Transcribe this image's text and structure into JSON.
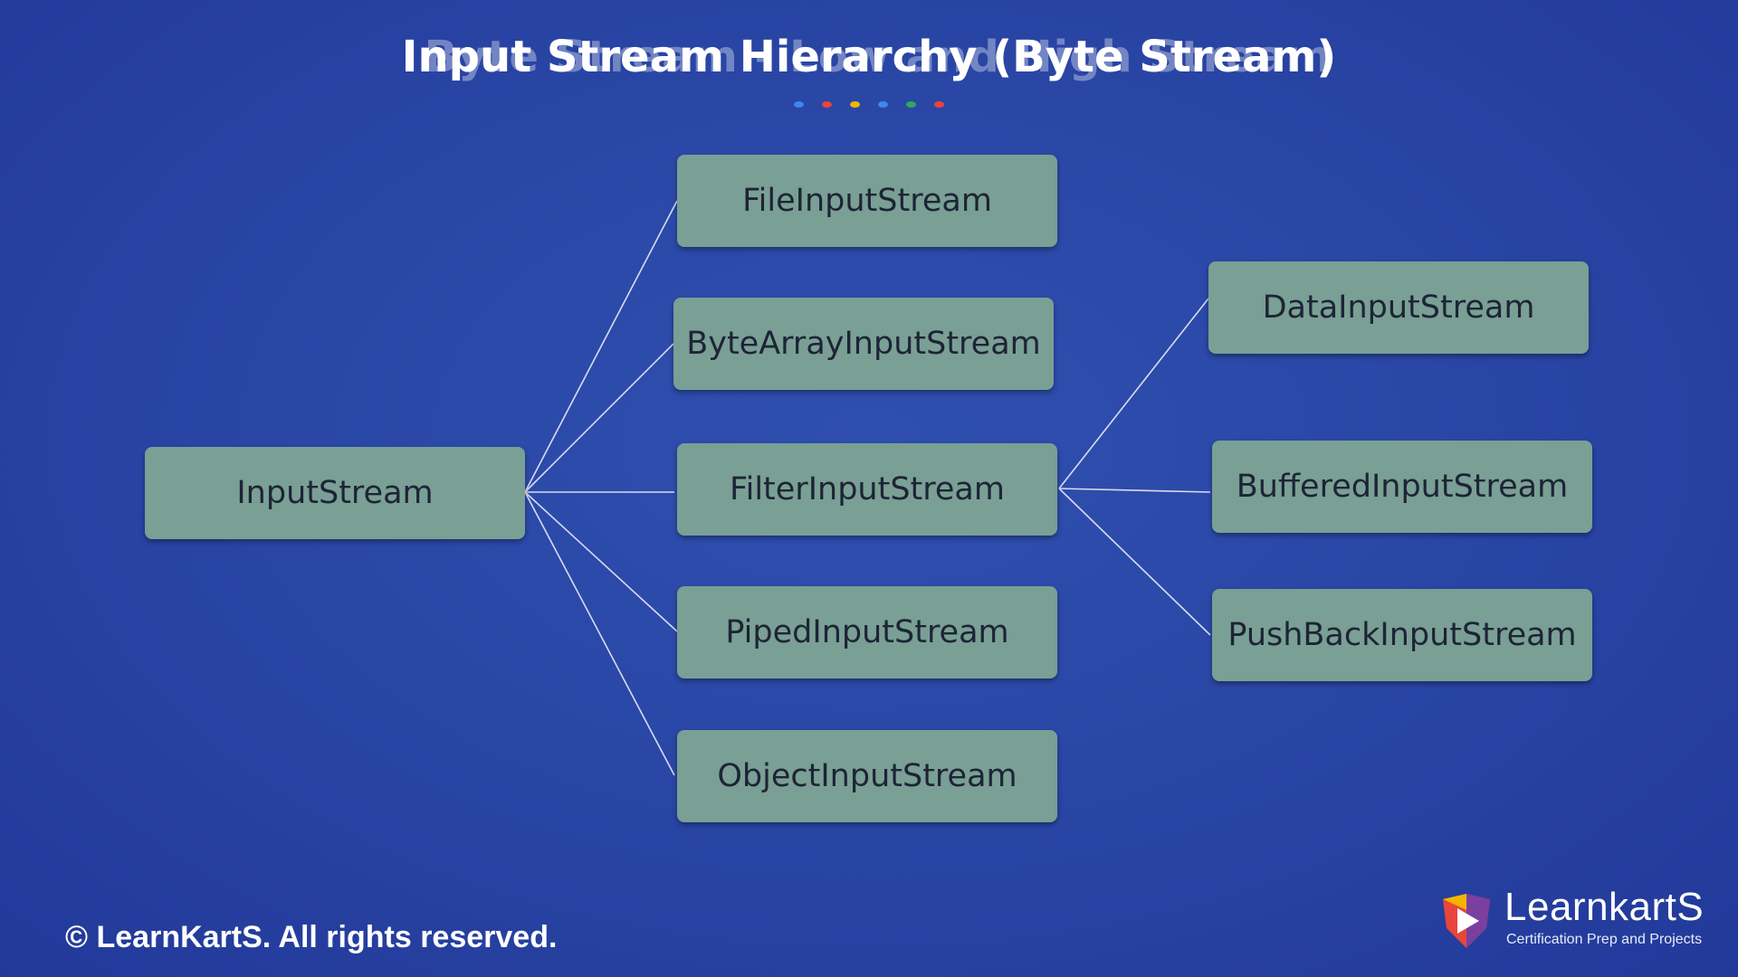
{
  "slide": {
    "title": "Input Stream Hierarchy (Byte Stream)",
    "title_ghost": "Byte Stream - Low and High Stream",
    "dot_colors": [
      "#3d86f0",
      "#e8453c",
      "#f4b400",
      "#3d86f0",
      "#34a853",
      "#e8453c"
    ]
  },
  "diagram": {
    "root": {
      "label": "InputStream"
    },
    "children": [
      {
        "label": "FileInputStream"
      },
      {
        "label": "ByteArrayInputStream"
      },
      {
        "label": "FilterInputStream"
      },
      {
        "label": "PipedInputStream"
      },
      {
        "label": "ObjectInputStream"
      }
    ],
    "filter_children": [
      {
        "label": "DataInputStream"
      },
      {
        "label": "BufferedInputStream"
      },
      {
        "label": "PushBackInputStream"
      }
    ],
    "node_color": "#7a9f94",
    "line_color": "#d8ddf0"
  },
  "footer": {
    "copyright": "© LearnKartS. All rights reserved."
  },
  "logo": {
    "name": "LearnkartS",
    "tagline": "Certification Prep and Projects"
  }
}
